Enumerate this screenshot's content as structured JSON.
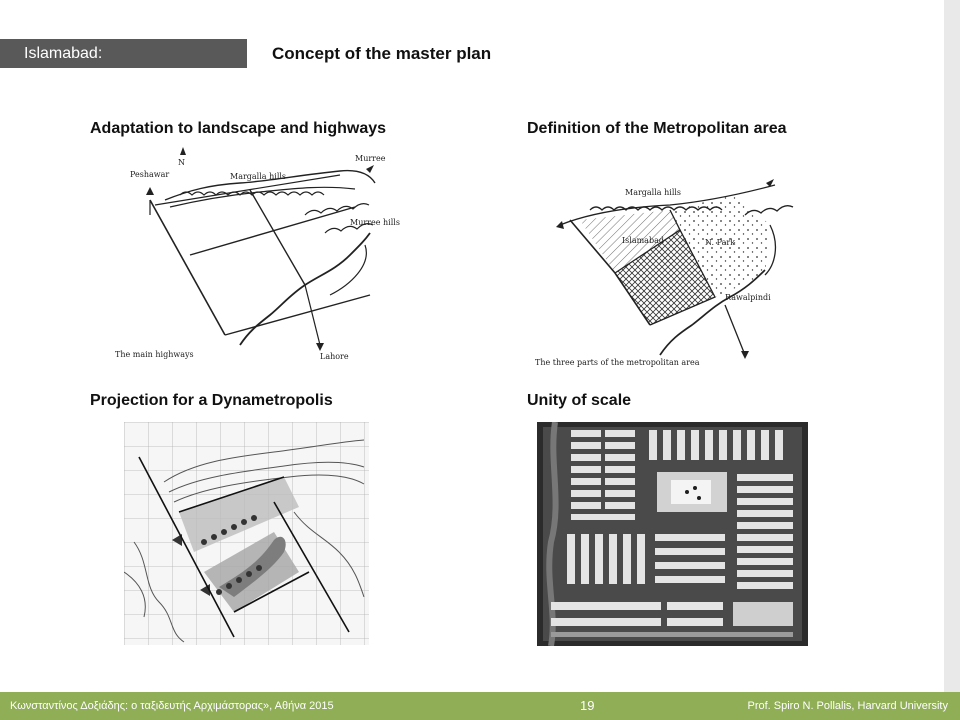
{
  "header": {
    "place_label": "Islamabad:",
    "title": "Concept of the master plan"
  },
  "panels": [
    {
      "heading": "Adaptation to landscape and highways",
      "caption": "The main highways",
      "labels": {
        "north": "N",
        "west_city": "Peshawar",
        "north_east_town": "Murree",
        "east_hills": "Murree hills",
        "south_city": "Lahore",
        "hills": "Margalla hills"
      }
    },
    {
      "heading": "Definition of the Metropolitan area",
      "caption": "The three parts of the metropolitan area",
      "labels": {
        "zone_west": "Islamabad",
        "zone_east": "N. Park",
        "zone_south": "Rawalpindi",
        "hills": "Margalla hills"
      }
    },
    {
      "heading": "Projection for a Dynametropolis"
    },
    {
      "heading": "Unity of scale"
    }
  ],
  "footer": {
    "left_text": "Κωνσταντίνος Δοξιάδης: ο ταξιδευτής Αρχιμάστορας», Αθήνα 2015",
    "page_number": "19",
    "right_text": "Prof. Spiro N. Pollalis, Harvard University"
  },
  "colors": {
    "tag_background": "#595959",
    "footer_background": "#8fae55"
  }
}
